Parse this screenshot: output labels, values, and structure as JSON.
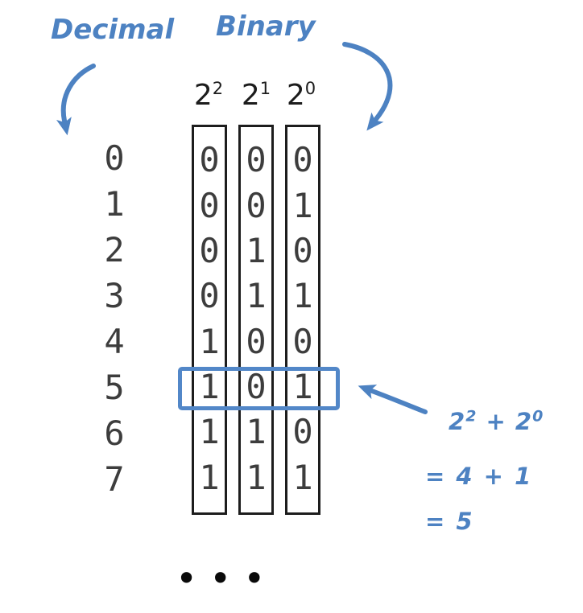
{
  "labels": {
    "decimal": "Decimal",
    "binary": "Binary"
  },
  "columns": {
    "headers": [
      {
        "base": "2",
        "sup": "2"
      },
      {
        "base": "2",
        "sup": "1"
      },
      {
        "base": "2",
        "sup": "0"
      }
    ]
  },
  "table": {
    "rows": [
      {
        "decimal": "0",
        "bits": [
          "0",
          "0",
          "0"
        ]
      },
      {
        "decimal": "1",
        "bits": [
          "0",
          "0",
          "1"
        ]
      },
      {
        "decimal": "2",
        "bits": [
          "0",
          "1",
          "0"
        ]
      },
      {
        "decimal": "3",
        "bits": [
          "0",
          "1",
          "1"
        ]
      },
      {
        "decimal": "4",
        "bits": [
          "1",
          "0",
          "0"
        ]
      },
      {
        "decimal": "5",
        "bits": [
          "1",
          "0",
          "1"
        ]
      },
      {
        "decimal": "6",
        "bits": [
          "1",
          "1",
          "0"
        ]
      },
      {
        "decimal": "7",
        "bits": [
          "1",
          "1",
          "1"
        ]
      }
    ],
    "highlighted_row_decimal": "5"
  },
  "annotation": {
    "line1": {
      "t1": "2",
      "s1": "2",
      "t2": " + 2",
      "s2": "0"
    },
    "line2": "= 4 + 1",
    "line3": "= 5"
  },
  "ellipsis": "•••",
  "colors": {
    "accent_blue": "#4d82c2",
    "highlight_blue": "#5287c8",
    "ink_black": "#1d1d1d",
    "digit_gray": "#3d3d3d"
  }
}
